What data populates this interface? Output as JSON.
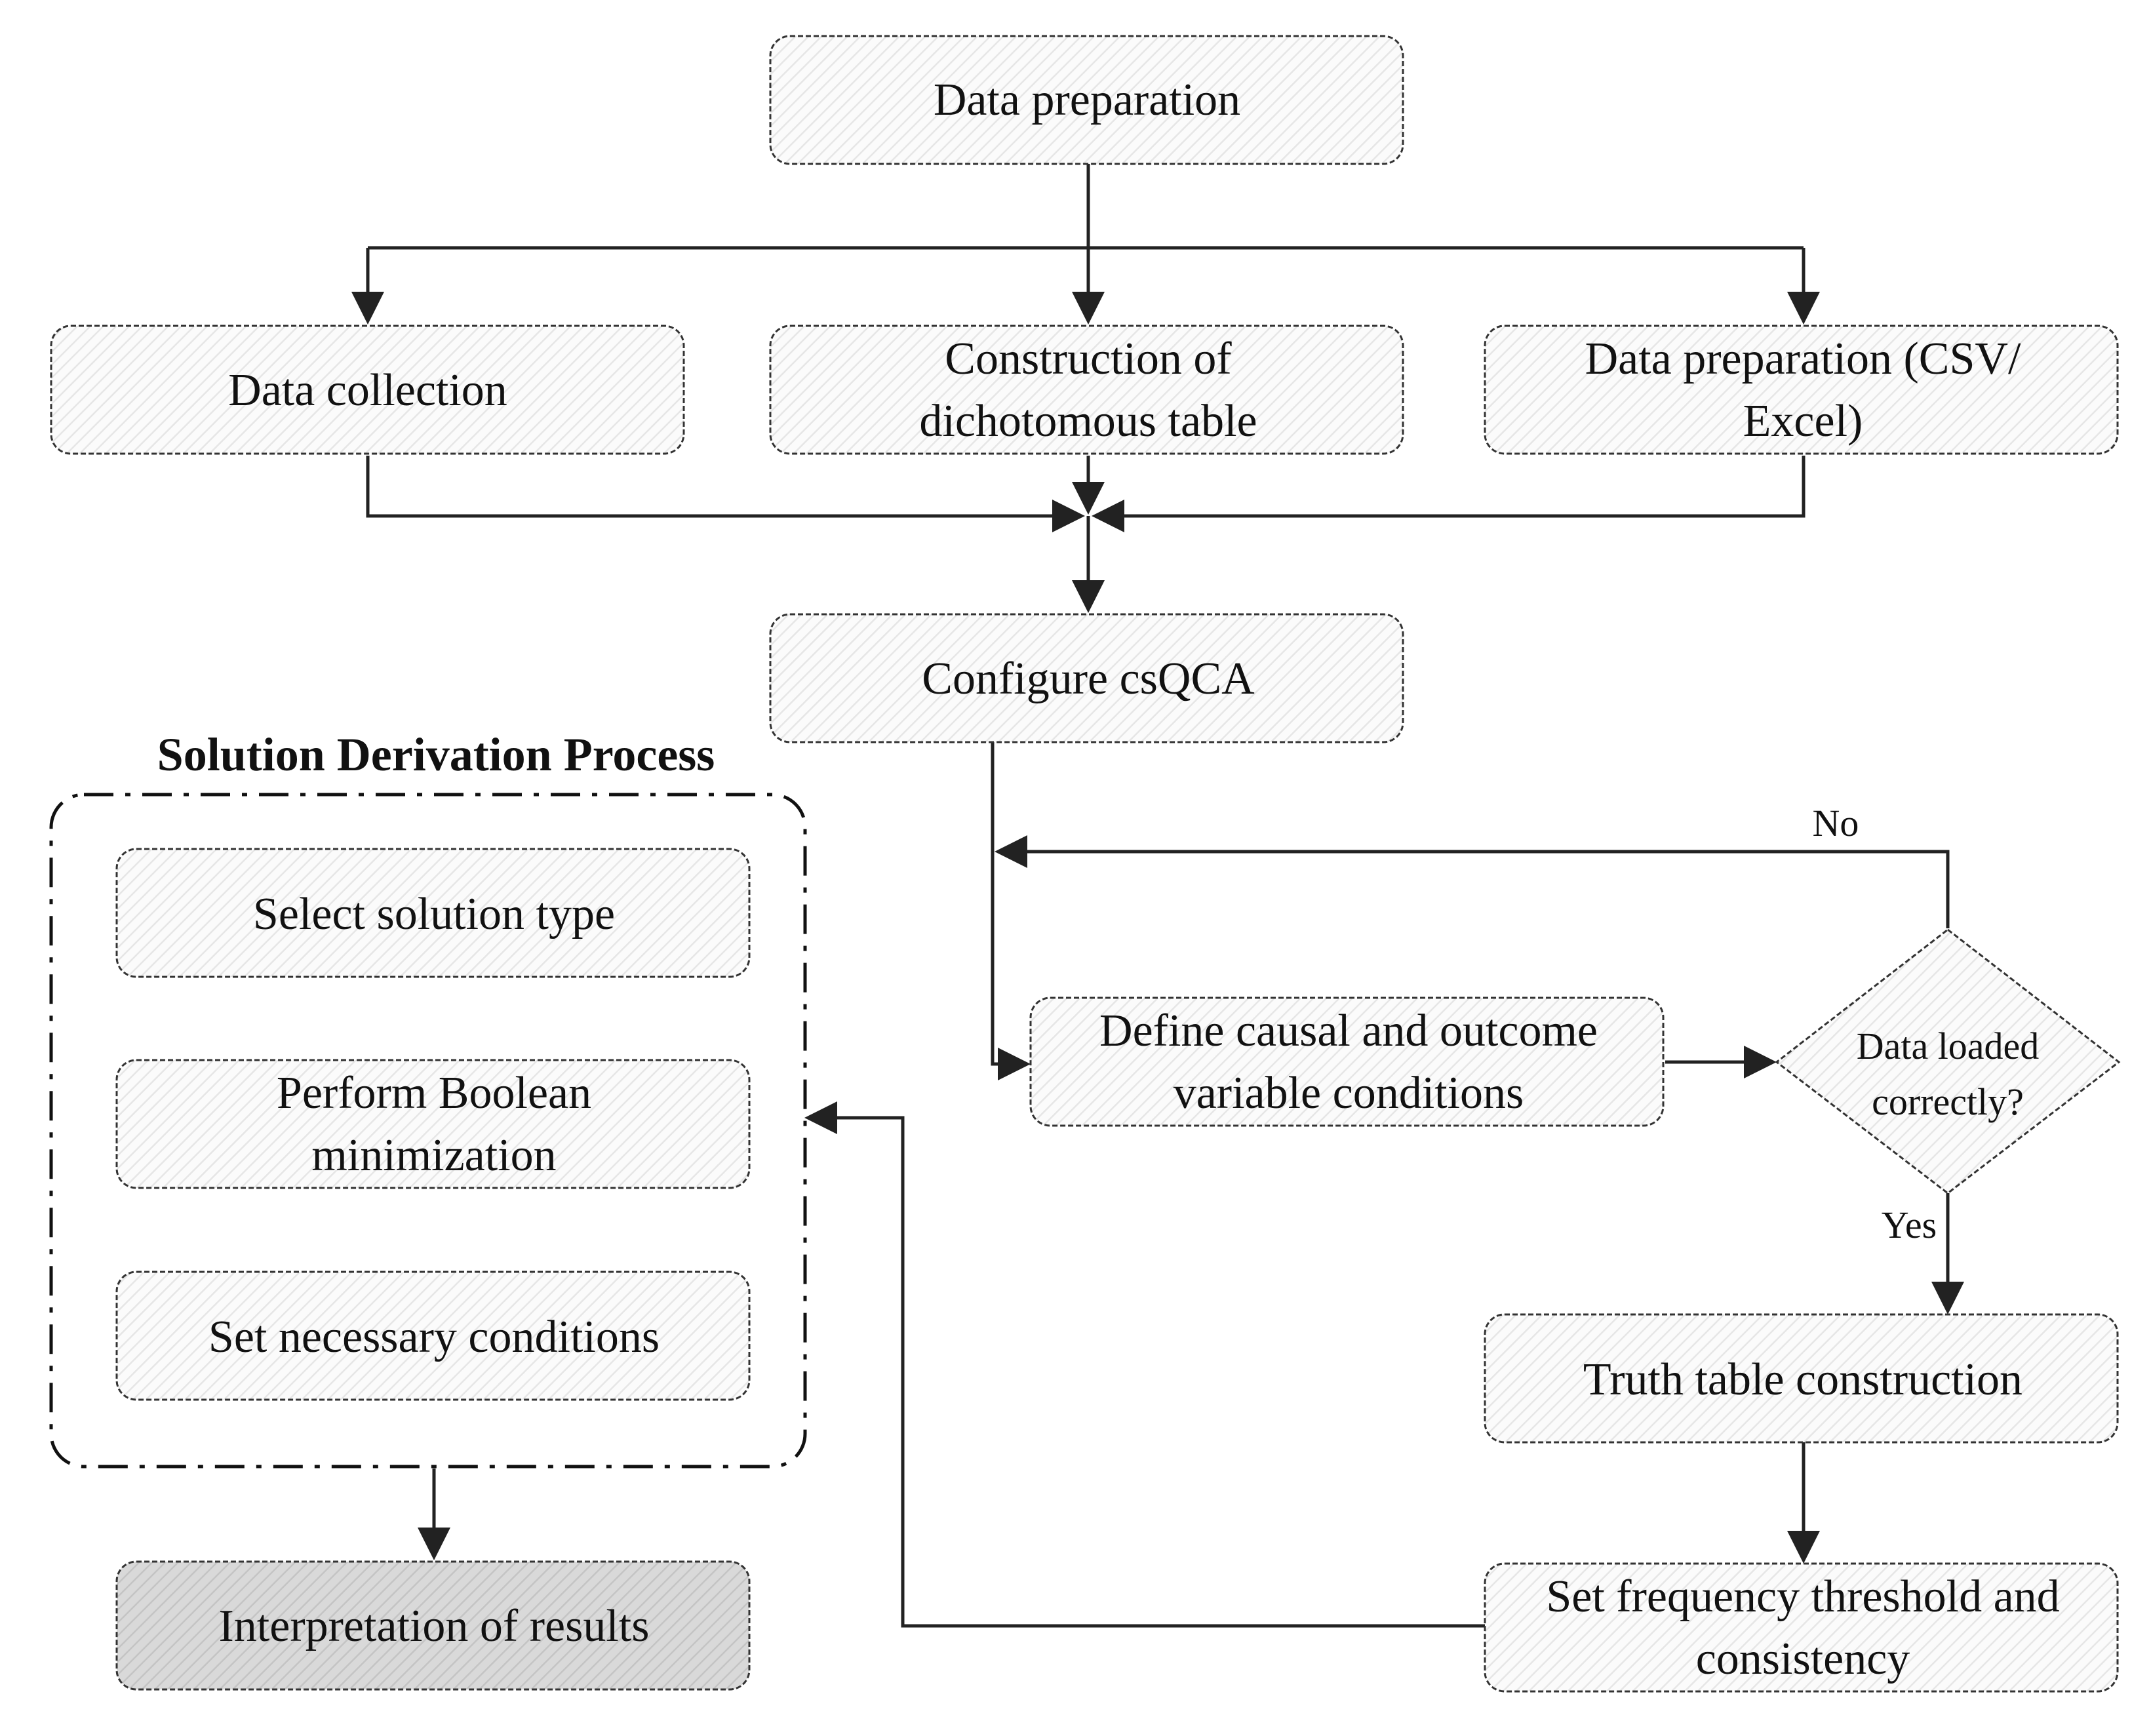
{
  "nodes": {
    "data_prep_top": {
      "label": "Data preparation"
    },
    "data_collection": {
      "label": "Data collection"
    },
    "construction": {
      "line1": "Construction of",
      "line2": "dichotomous table"
    },
    "data_prep_csv": {
      "line1": "Data preparation (CSV/",
      "line2": "Excel)"
    },
    "configure": {
      "label": "Configure csQCA"
    },
    "define": {
      "line1": "Define causal and outcome",
      "line2": "variable conditions"
    },
    "decision": {
      "line1": "Data loaded",
      "line2": "correctly?"
    },
    "truth_table": {
      "label": "Truth table construction"
    },
    "set_frequency": {
      "line1": "Set frequency threshold and",
      "line2": "consistency"
    },
    "select_solution": {
      "label": "Select solution type"
    },
    "boolean": {
      "line1": "Perform Boolean",
      "line2": "minimization"
    },
    "necessary": {
      "label": "Set necessary conditions"
    },
    "interpretation": {
      "label": "Interpretation of results"
    }
  },
  "group": {
    "title": "Solution Derivation Process"
  },
  "edge_labels": {
    "no": "No",
    "yes": "Yes"
  },
  "colors": {
    "stroke": "#222222",
    "box_fill": "#fbfbfb",
    "box_hatch": "#e6e6e6",
    "result_fill": "#d9d9d9",
    "result_hatch": "#c4c4c4",
    "background": "#ffffff"
  }
}
